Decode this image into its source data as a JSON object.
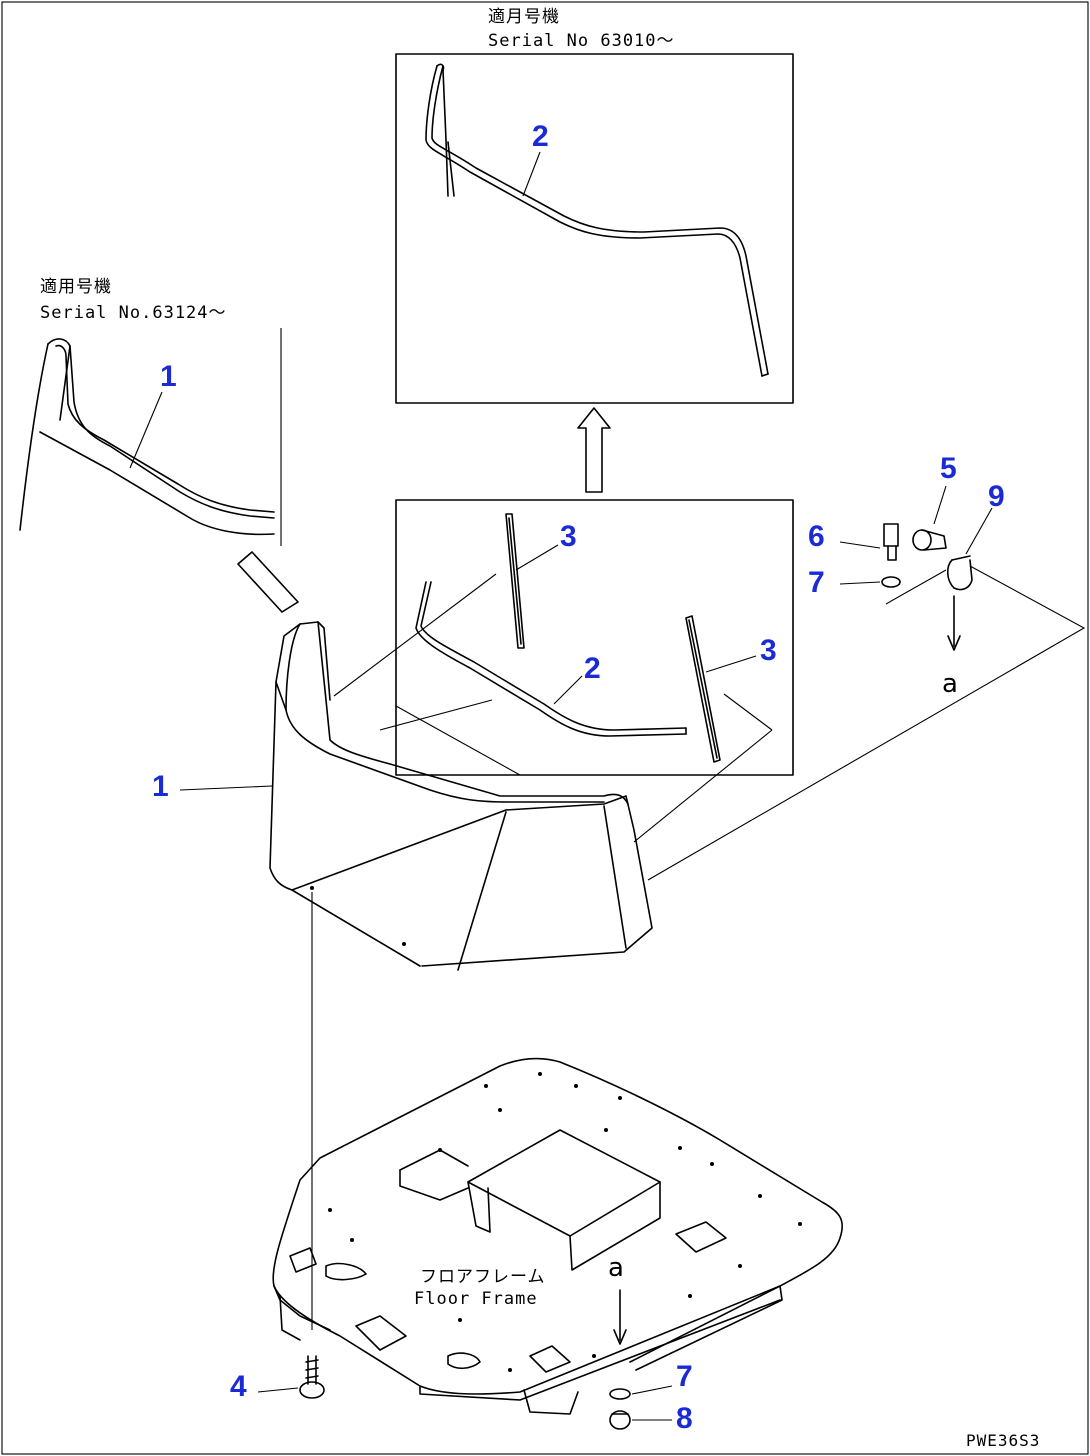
{
  "notes": {
    "top_jp": "適月号機",
    "top_serial": "Serial No 63010～",
    "left_jp": "適用号機",
    "left_serial": "Serial No.63124～",
    "floor_jp": "フロアフレーム",
    "floor_en": "Floor Frame"
  },
  "callouts": {
    "c1_top": "1",
    "c1_main": "1",
    "c2_top": "2",
    "c2_mid": "2",
    "c3_a": "3",
    "c3_b": "3",
    "c4": "4",
    "c5": "5",
    "c6": "6",
    "c7_top": "7",
    "c7_bottom": "7",
    "c8": "8",
    "c9": "9"
  },
  "refs": {
    "a_upper": "a",
    "a_lower": "a"
  },
  "drawing_number": "PWE36S3"
}
